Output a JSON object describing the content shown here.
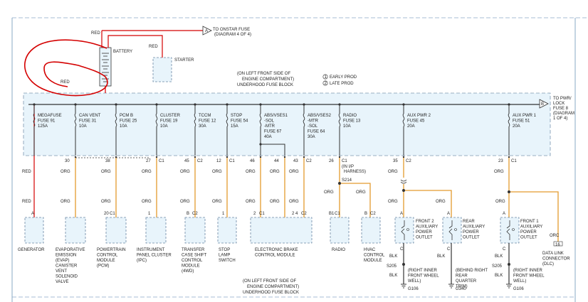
{
  "notes": {
    "onstar": [
      "TO ONSTAR FUSE",
      "(DIAGRAM 4 OF 4)"
    ],
    "pwr_lock": [
      "TO PWR/",
      "LOCK",
      "FUSE 8",
      "(DIAGRAM",
      "1 OF 4)"
    ],
    "fuse_block_top": [
      "(ON LEFT FRONT SIDE OF",
      "ENGINE COMPARTMENT)",
      "UNDERHOOD FUSE BLOCK"
    ],
    "fuse_block_bottom": [
      "(ON LEFT FRONT SIDE OF",
      "ENGINE COMPARTMENT)",
      "UNDERHOOD FUSE BLOCK"
    ],
    "legend": [
      {
        "num": "1",
        "text": "EARLY PROD"
      },
      {
        "num": "2",
        "text": "LATE PROD"
      }
    ]
  },
  "labels": {
    "battery": "BATTERY",
    "starter": "STARTER",
    "red": "RED",
    "arrow_a": "A",
    "arrow_b": "B",
    "splice_s214": "S214",
    "ip_harness": [
      "(IN I/P",
      "HARNESS)"
    ],
    "blk": "BLK",
    "orc": "ORC"
  },
  "fuses": [
    {
      "lines": [
        "MEGAFUSE",
        "FUSE 91",
        "125A"
      ]
    },
    {
      "lines": [
        "CAN VENT",
        "FUSE 31",
        "10A"
      ]
    },
    {
      "lines": [
        "PCM B",
        "FUSE 25",
        "10A"
      ]
    },
    {
      "lines": [
        "CLUSTER",
        "FUSE 19",
        "10A"
      ]
    },
    {
      "lines": [
        "TCCM",
        "FUSE 12",
        "30A"
      ]
    },
    {
      "lines": [
        "STOP",
        "FUSE 54",
        "15A"
      ]
    },
    {
      "lines": [
        "ABS/VSES1",
        "-SOL",
        "-MTR",
        "FUSE 67",
        "40A"
      ]
    },
    {
      "lines": [
        "ABS/VSES2",
        "-MTR",
        "-SOL",
        "FUSE 64",
        "30A"
      ]
    },
    {
      "lines": [
        "RADIO",
        "FUSE 13",
        "10A"
      ]
    },
    {
      "lines": [
        "AUX PWR 2",
        "FUSE 45",
        "20A"
      ]
    },
    {
      "lines": [
        "AUX PWR 1",
        "FUSE 51",
        "20A"
      ]
    }
  ],
  "pins": [
    {
      "pin": "30",
      "conn": ""
    },
    {
      "pin": "38",
      "conn": ""
    },
    {
      "pin": "27",
      "conn": "C1"
    },
    {
      "pin": "45",
      "conn": "C2"
    },
    {
      "pin": "12",
      "conn": "C1"
    },
    {
      "pin": "46",
      "conn": ""
    },
    {
      "pin": "44",
      "conn": ""
    },
    {
      "pin": "43",
      "conn": "C2"
    },
    {
      "pin": "26",
      "conn": "C1"
    },
    {
      "pin": "35",
      "conn": "C2"
    },
    {
      "pin": "23",
      "conn": "C1"
    }
  ],
  "wire_colors": {
    "orange": "#e39a2e",
    "red": "#d40000",
    "blk": "#333333"
  },
  "wire_labels": [
    "ORG",
    "BLK",
    "RED"
  ],
  "component_pins": [
    {
      "pin": "A",
      "conn": ""
    },
    {
      "pin": "20",
      "conn": "C1"
    },
    {
      "pin": "1",
      "conn": ""
    },
    {
      "pin": "B",
      "conn": "C2"
    },
    {
      "pin": "1",
      "conn": ""
    },
    {
      "pin": "2",
      "conn": "C1"
    },
    {
      "pin": "2",
      "conn": ""
    },
    {
      "pin": "4",
      "conn": "C2"
    },
    {
      "pin": "B1",
      "conn": "C1"
    },
    {
      "pin": "B",
      "conn": "C2"
    },
    {
      "pin": "A",
      "conn": ""
    },
    {
      "pin": "A",
      "conn": ""
    },
    {
      "pin": "A",
      "conn": ""
    },
    {
      "pin": "C",
      "conn": ""
    },
    {
      "pin": "C",
      "conn": ""
    },
    {
      "pin": "C",
      "conn": ""
    },
    {
      "pin": "16",
      "conn": ""
    }
  ],
  "components": [
    {
      "lines": [
        "GENERATOR"
      ]
    },
    {
      "lines": [
        "EVAPORATIVE",
        "EMISSION",
        "(EVAP)",
        "CANISTER",
        "VENT",
        "SOLENOID",
        "VALVE"
      ]
    },
    {
      "lines": [
        "POWERTRAIN",
        "CONTROL",
        "MODULE",
        "(PCM)"
      ]
    },
    {
      "lines": [
        "INSTRUMENT",
        "PANEL CLUSTER",
        "(IPC)"
      ]
    },
    {
      "lines": [
        "TRANSFER",
        "CASE SHIFT",
        "CONTROL",
        "MODULE",
        "(4WD)"
      ]
    },
    {
      "lines": [
        "STOP",
        "LAMP",
        "SWITCH"
      ]
    },
    {
      "lines": [
        "ELECTRONIC BRAKE",
        "CONTROL MODULE"
      ]
    },
    {
      "lines": [
        "RADIO"
      ]
    },
    {
      "lines": [
        "HVAC",
        "CONTROL",
        "MODULE"
      ]
    },
    {
      "lines": [
        "FRONT 2",
        "AUXILIARY",
        "POWER",
        "OUTLET"
      ]
    },
    {
      "lines": [
        "REAR",
        "AUXILIARY",
        "POWER",
        "OUTLET"
      ]
    },
    {
      "lines": [
        "FRONT 1",
        "AUXILIARY",
        "POWER",
        "OUTLET"
      ]
    },
    {
      "lines": [
        "DATA LINK",
        "CONNECTOR",
        "(DLC)"
      ]
    }
  ],
  "grounds": [
    {
      "splice": "S205",
      "location": [
        "(RIGHT INNER",
        "FRONT WHEEL",
        "WELL)"
      ],
      "ground": "G106"
    },
    {
      "splice": "",
      "location": [
        "(BEHIND RIGHT",
        "REAR",
        "QUARTER",
        "TRIM)"
      ],
      "ground": "G340"
    },
    {
      "splice": "S205",
      "location": [
        "(RIGHT INNER",
        "FRONT WHEEL",
        "WELL)"
      ],
      "ground": "G106"
    }
  ]
}
